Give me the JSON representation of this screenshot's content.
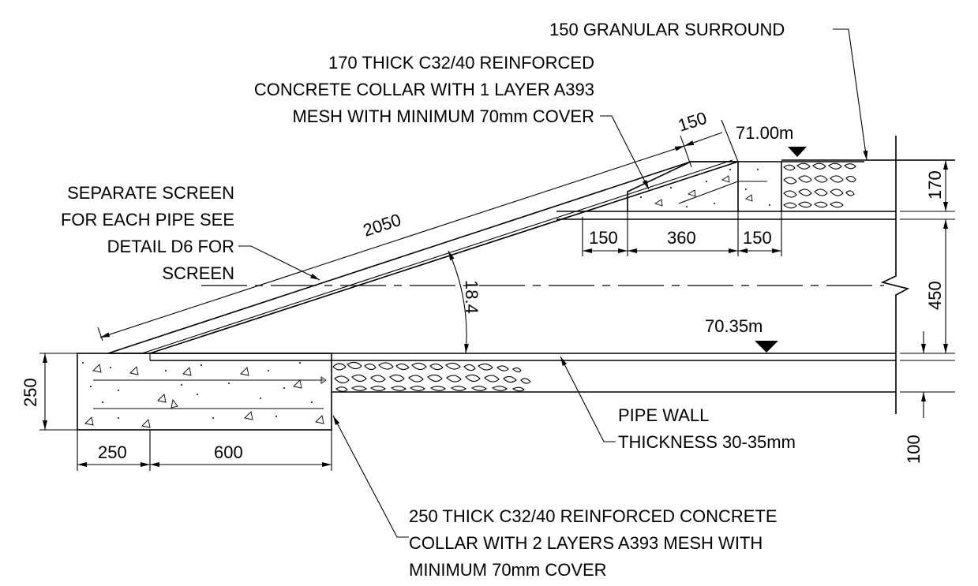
{
  "labels": {
    "granular": "150 GRANULAR SURROUND",
    "collar_top": [
      "170 THICK C32/40 REINFORCED",
      "CONCRETE  COLLAR WITH 1 LAYER A393",
      "MESH WITH MINIMUM 70mm COVER"
    ],
    "screen": [
      "SEPARATE SCREEN",
      "FOR EACH PIPE SEE",
      "DETAIL D6 FOR",
      "SCREEN"
    ],
    "pipe_wall": [
      "PIPE WALL",
      "THICKNESS 30-35mm"
    ],
    "collar_bottom": [
      "250 THICK C32/40 REINFORCED CONCRETE",
      "COLLAR WITH 2 LAYERS A393 MESH WITH",
      "MINIMUM 70mm COVER"
    ]
  },
  "levels": {
    "top": "71.00m",
    "invert": "70.35m"
  },
  "dimensions": {
    "slope_length": "2050",
    "screen_thickness": "150",
    "angle": "18.4",
    "top_left": "150",
    "top_mid": "360",
    "top_right": "150",
    "right_upper": "170",
    "right_mid": "450",
    "right_lower": "100",
    "left_height": "250",
    "bottom_left": "250",
    "bottom_right": "600"
  }
}
